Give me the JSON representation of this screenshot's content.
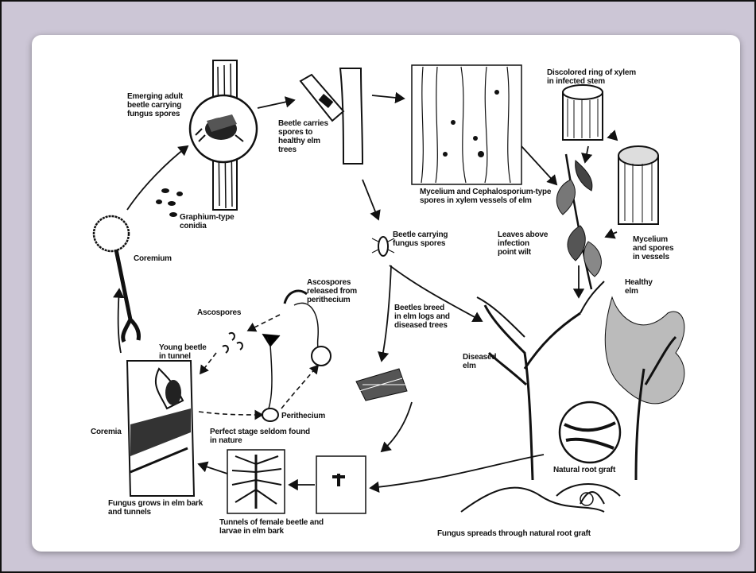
{
  "diagram": {
    "labels": {
      "emerging_adult_beetle": "Emerging adult\nbeetle carrying\nfungus spores",
      "beetle_carries_spores": "Beetle carries\nspores to\nhealthy elm\ntrees",
      "mycelium_cephalosporium": "Mycelium and Cephalosporium-type\nspores in xylem vessels of elm",
      "discolored_ring": "Discolored ring of xylem\nin infected stem",
      "graphium_conidia": "Graphium-type\nconidia",
      "coremium": "Coremium",
      "beetle_carrying_spores": "Beetle carrying\nfungus spores",
      "leaves_wilt": "Leaves above\ninfection\npoint wilt",
      "mycelium_spores_vessels": "Mycelium\nand spores\nin vessels",
      "healthy_elm": "Healthy\nelm",
      "ascospores_released": "Ascospores\nreleased from\nperithecium",
      "ascospores": "Ascospores",
      "young_beetle": "Young beetle\nin tunnel",
      "beetles_breed": "Beetles breed\nin elm logs and\ndiseased trees",
      "diseased_elm": "Diseased\nelm",
      "perithecium": "Perithecium",
      "perfect_stage": "Perfect stage seldom found\nin nature",
      "coremia": "Coremia",
      "natural_root_graft": "Natural root graft",
      "fungus_grows": "Fungus grows in elm bark\nand tunnels",
      "tunnels_female": "Tunnels of female beetle and\nlarvae in elm bark",
      "fungus_spreads": "Fungus spreads through natural root graft"
    }
  }
}
